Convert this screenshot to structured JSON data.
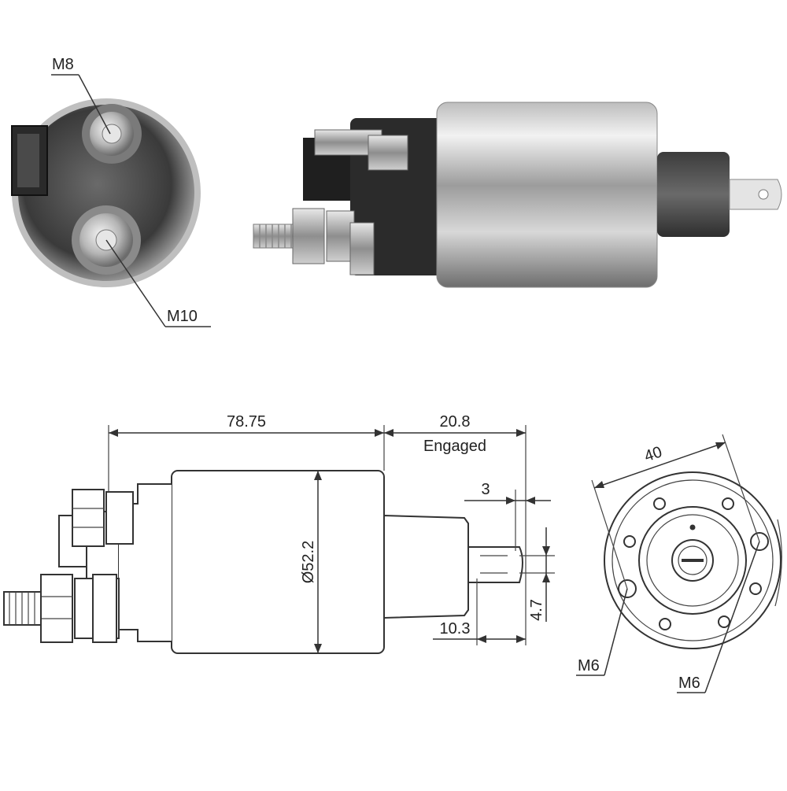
{
  "photo_labels": {
    "terminal_small": "M8",
    "terminal_large": "M10"
  },
  "dimensions": {
    "body_length": "78.75",
    "plunger_travel": "20.8",
    "plunger_state": "Engaged",
    "hook_width": "3",
    "hook_thickness": "4.7",
    "hook_length": "10.3",
    "body_diameter": "Ø52.2",
    "mount_spacing": "40",
    "mount_thread_left": "M6",
    "mount_thread_right": "M6"
  },
  "colors": {
    "metal_light": "#d9d9d9",
    "metal_mid": "#a8a8a8",
    "metal_dark": "#555555",
    "line": "#333333"
  }
}
